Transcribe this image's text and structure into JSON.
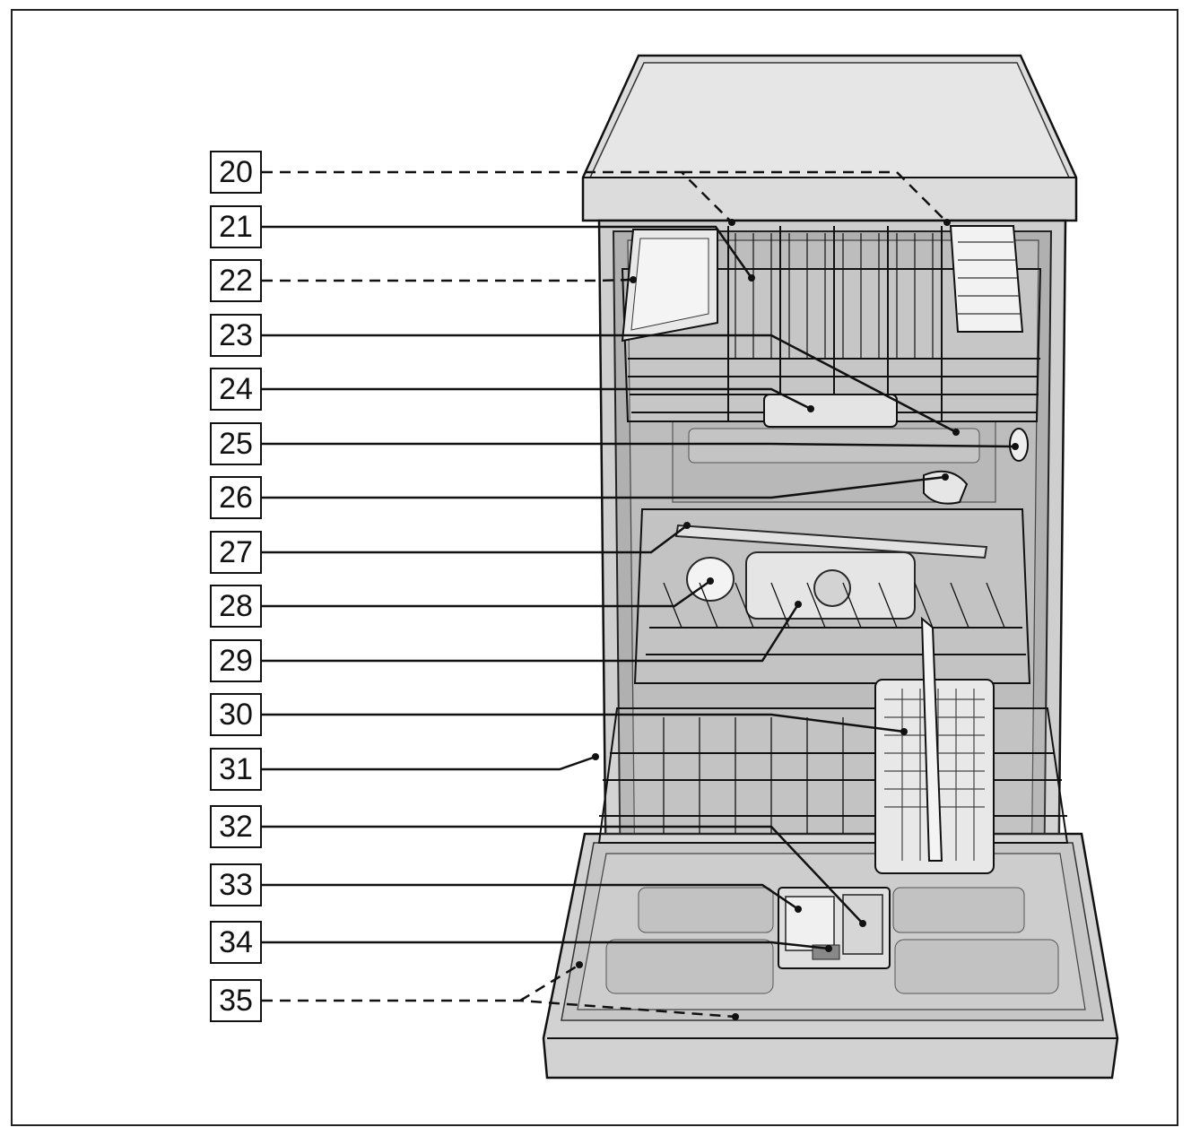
{
  "callouts": [
    {
      "label": "20",
      "style": "dashed"
    },
    {
      "label": "21",
      "style": "solid"
    },
    {
      "label": "22",
      "style": "dashed"
    },
    {
      "label": "23",
      "style": "solid"
    },
    {
      "label": "24",
      "style": "solid"
    },
    {
      "label": "25",
      "style": "solid"
    },
    {
      "label": "26",
      "style": "solid"
    },
    {
      "label": "27",
      "style": "solid"
    },
    {
      "label": "28",
      "style": "solid"
    },
    {
      "label": "29",
      "style": "solid"
    },
    {
      "label": "30",
      "style": "solid"
    },
    {
      "label": "31",
      "style": "solid"
    },
    {
      "label": "32",
      "style": "solid"
    },
    {
      "label": "33",
      "style": "solid"
    },
    {
      "label": "34",
      "style": "solid"
    },
    {
      "label": "35",
      "style": "dashed"
    }
  ],
  "colors": {
    "line": "#111111",
    "body": "#d9d9d9",
    "interior": "#b3b3b3",
    "door": "#cfcfcf",
    "rack": "#ffffff"
  }
}
